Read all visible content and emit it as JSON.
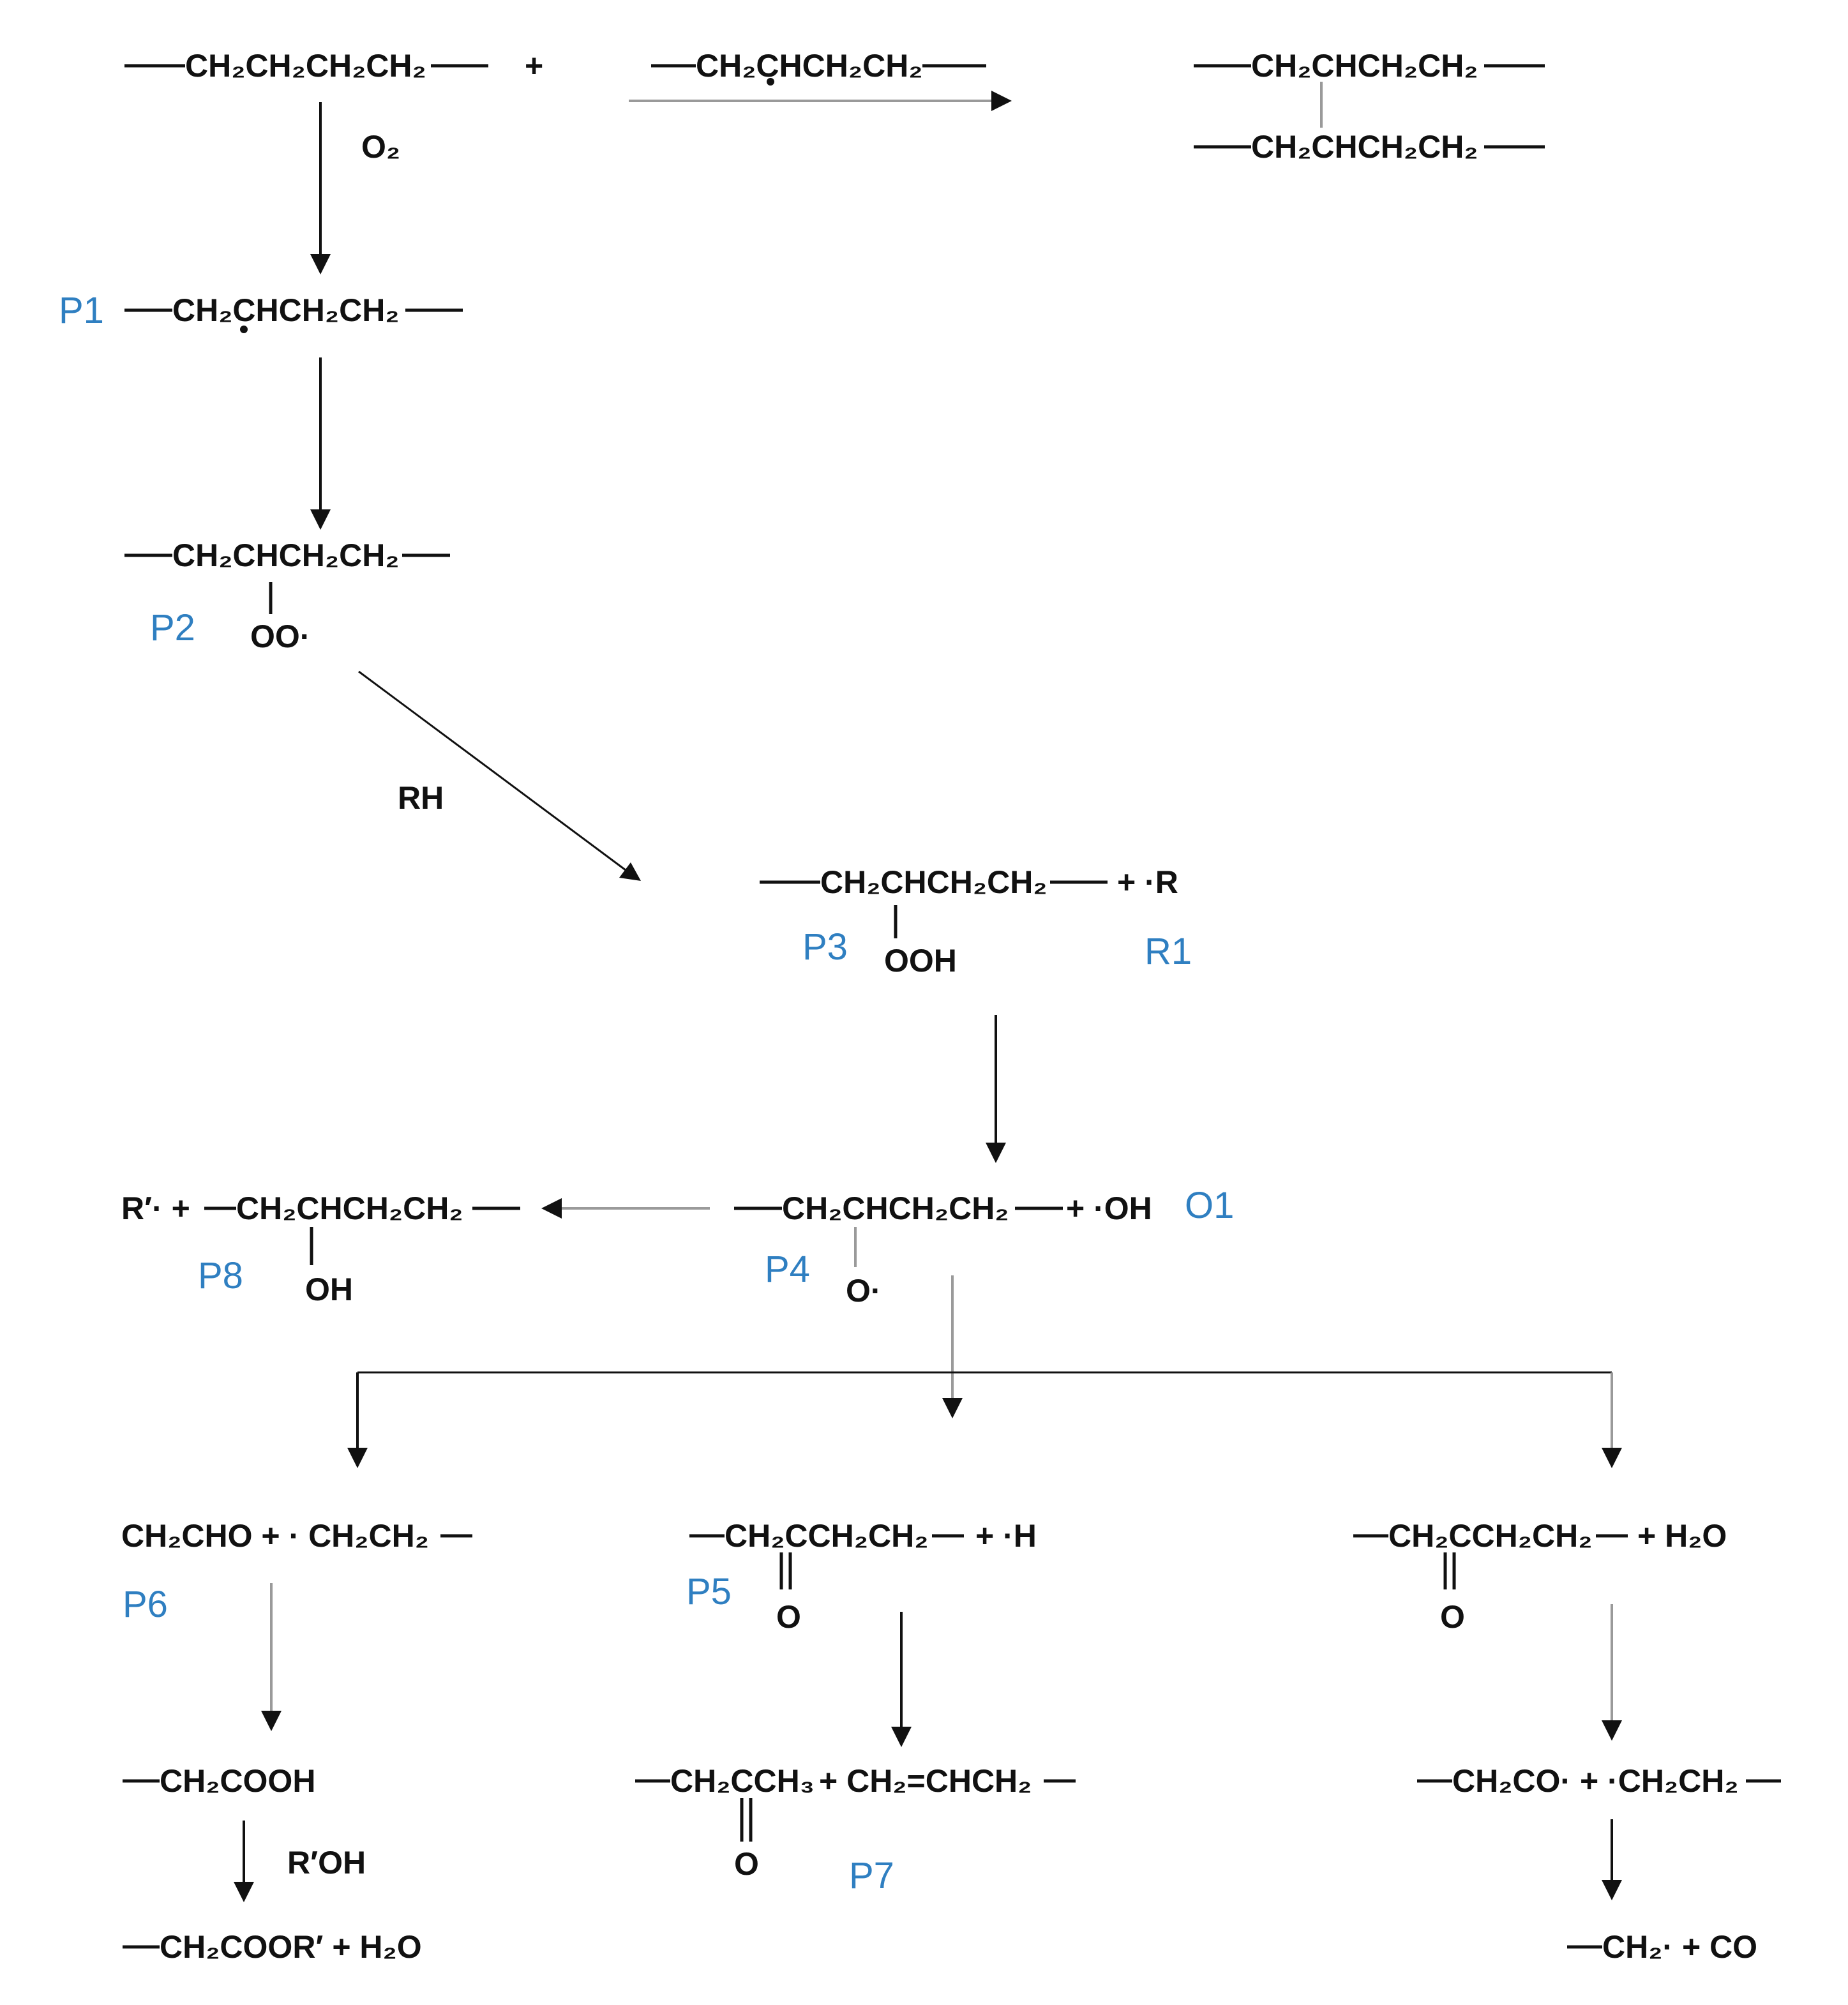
{
  "colors": {
    "ink": "#111111",
    "label": "#2f7fc1",
    "gray_arrow": "#9a9a9a",
    "background": "#ffffff"
  },
  "formulas": {
    "start_chain": "CH₂CH₂CH₂CH₂",
    "plus_top": "+",
    "radical_chain": "CH₂CHCH₂CH₂",
    "crosslink_top": "CH₂CHCH₂CH₂",
    "crosslink_bottom": "CH₂CHCH₂CH₂",
    "o2": "O₂",
    "p1_chain": "CH₂CHCH₂CH₂",
    "p2_chain": "CH₂CHCH₂CH₂",
    "p2_group": "OO·",
    "rh": "RH",
    "p3_chain": "CH₂CHCH₂CH₂",
    "p3_plus_r": "+ ·R",
    "p3_group": "OOH",
    "p4_chain": "CH₂CHCH₂CH₂",
    "p4_plus_oh": "+ ·OH",
    "p4_group": "O·",
    "p8_prefix": "R′· +",
    "p8_chain": "CH₂CHCH₂CH₂",
    "p8_group": "OH",
    "p6_formula": "CH₂CHO + · CH₂CH₂",
    "p5_chain": "CH₂CCH₂CH₂",
    "p5_plus_h": "+ ·H",
    "p5_group": "O",
    "right_ketone": "CH₂CCH₂CH₂",
    "right_plus_water": "+ H₂O",
    "right_group": "O",
    "acid": "CH₂COOH",
    "roh": "R′OH",
    "ester": "CH₂COOR′ + H₂O",
    "p7_ketone": "CH₂CCH₃",
    "p7_alkene": "+ CH₂=CHCH₂",
    "p7_group": "O",
    "acyl_split": "CH₂CO· + ·CH₂CH₂",
    "final": "CH₂· + CO"
  },
  "labels": {
    "p1": "P1",
    "p2": "P2",
    "p3": "P3",
    "r1": "R1",
    "p4": "P4",
    "o1": "O1",
    "p8": "P8",
    "p5": "P5",
    "p6": "P6",
    "p7": "P7"
  }
}
